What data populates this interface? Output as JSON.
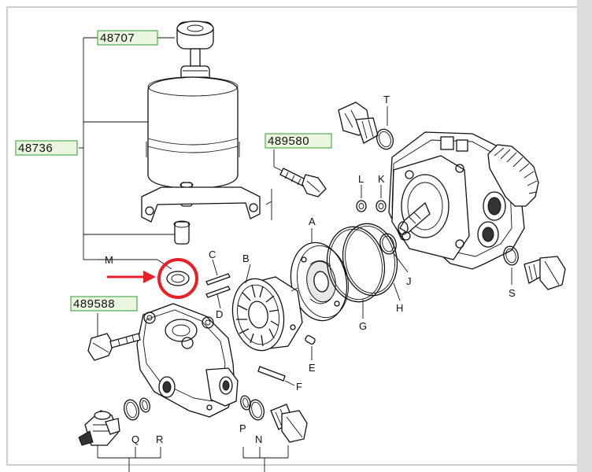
{
  "part_numbers": {
    "reservoir_cap": "48707",
    "reservoir_assembly": "48736",
    "bolt_upper": "489580",
    "bolt_lower": "489588"
  },
  "letters": {
    "A": "A",
    "B": "B",
    "C": "C",
    "D": "D",
    "E": "E",
    "F": "F",
    "G": "G",
    "H": "H",
    "J": "J",
    "K": "K",
    "L": "L",
    "M": "M",
    "N": "N",
    "P": "P",
    "Q": "Q",
    "R": "R",
    "S": "S",
    "T": "T"
  },
  "colors": {
    "highlight": "#e8202a",
    "label_box_border": "#2e9b2e",
    "label_box_fill": "#eaf6df",
    "frame_gray": "#cfcfcf"
  }
}
